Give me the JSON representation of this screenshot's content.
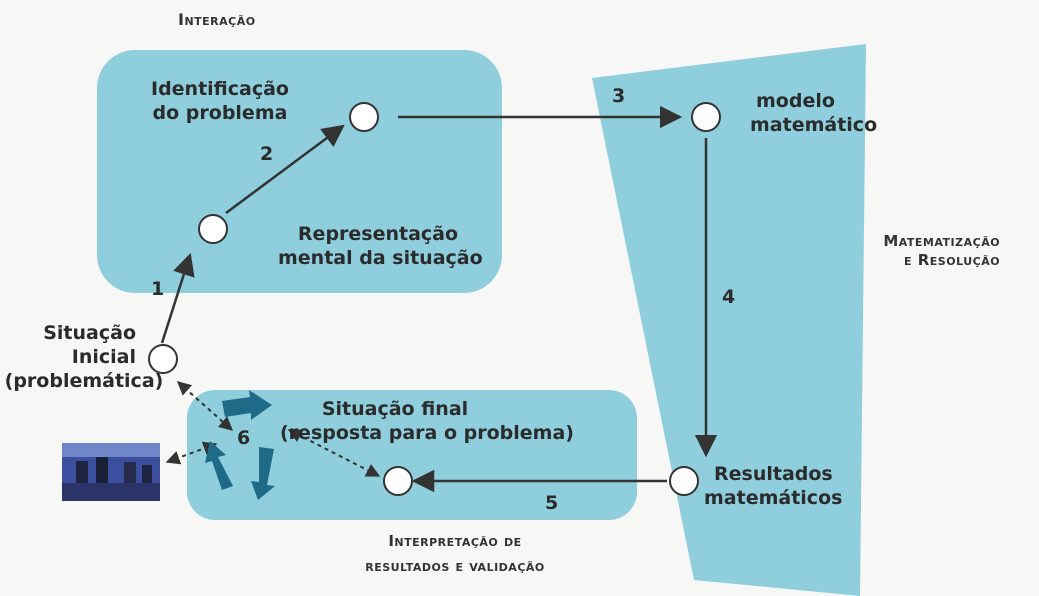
{
  "colors": {
    "region_fill": "#8fcfdd",
    "region_stroke": "#7bbfd0",
    "node_fill": "#ffffff",
    "node_stroke": "#333333",
    "arrow": "#333333",
    "big_arrow": "#1f6a86",
    "background": "#f7f7f5"
  },
  "regions": {
    "interacao": "Interação",
    "matematizacao": [
      "Matematização",
      "e Resolução"
    ],
    "interpretacao": [
      "Interpretação de",
      "resultados e validação"
    ]
  },
  "nodes": {
    "identificacao": [
      "Identificação",
      "do problema"
    ],
    "representacao": [
      "Representação",
      "mental da situação"
    ],
    "situacao_inicial": [
      "Situação",
      "Inicial",
      "(problemática)"
    ],
    "modelo": [
      "modelo",
      "matemático"
    ],
    "resultados": [
      "Resultados",
      "matemáticos"
    ],
    "situacao_final": [
      "Situação final",
      "(resposta para o problema)"
    ]
  },
  "steps": {
    "s1": "1",
    "s2": "2",
    "s3": "3",
    "s4": "4",
    "s5": "5",
    "s6": "6"
  },
  "photo_icon": "people-at-table-photo-icon"
}
